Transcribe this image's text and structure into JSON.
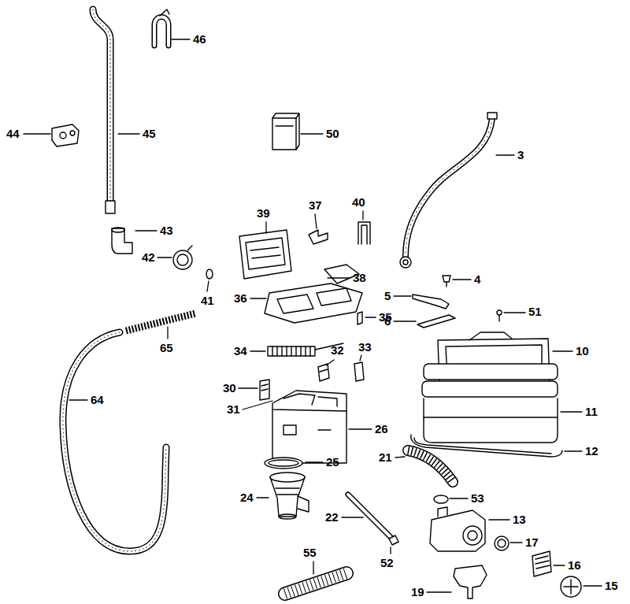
{
  "diagram": {
    "labels": [
      "46",
      "44",
      "45",
      "50",
      "3",
      "39",
      "37",
      "40",
      "43",
      "42",
      "41",
      "38",
      "4",
      "36",
      "5",
      "51",
      "35",
      "6",
      "65",
      "34",
      "32",
      "33",
      "10",
      "30",
      "31",
      "26",
      "64",
      "11",
      "12",
      "25",
      "21",
      "24",
      "53",
      "22",
      "13",
      "17",
      "16",
      "15",
      "52",
      "55",
      "19"
    ]
  }
}
